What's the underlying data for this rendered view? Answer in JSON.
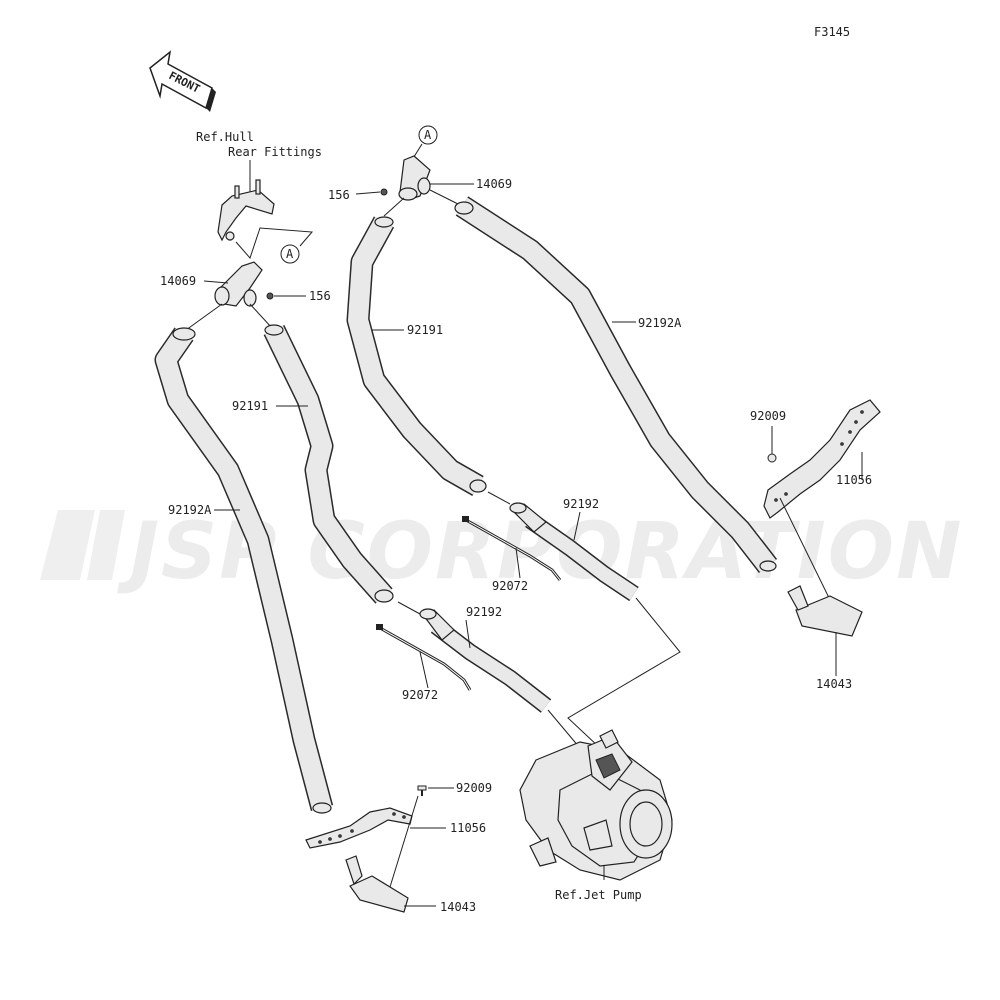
{
  "figure_id": "F3145",
  "front_arrow_label": "FRONT",
  "watermark": "JSP CORPORATION",
  "ref_labels": {
    "hull_line1": "Ref.Hull",
    "hull_line2": "Rear Fittings",
    "jet_pump": "Ref.Jet Pump",
    "marker_a": "A"
  },
  "part_labels": {
    "p14069_left": "14069",
    "p156_left": "156",
    "p14069_right": "14069",
    "p156_right": "156",
    "p92191_left": "92191",
    "p92191_right": "92191",
    "p92192a_left": "92192A",
    "p92192a_right": "92192A",
    "p92192_left": "92192",
    "p92192_right": "92192",
    "p92072_left": "92072",
    "p92072_right": "92072",
    "p92009_left": "92009",
    "p92009_right": "92009",
    "p11056_left": "11056",
    "p11056_right": "11056",
    "p14043_left": "14043",
    "p14043_right": "14043"
  }
}
